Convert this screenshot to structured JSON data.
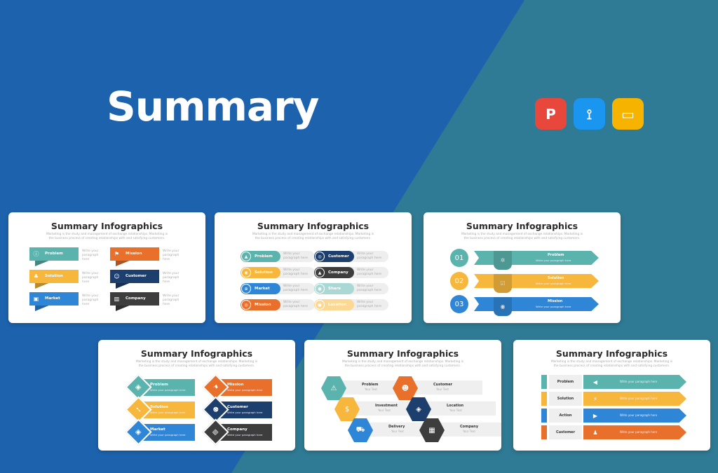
{
  "hero_title": "Summary",
  "apps": [
    {
      "name": "powerpoint",
      "glyph": "P",
      "color": "#e8483c"
    },
    {
      "name": "keynote",
      "glyph": "⟟",
      "color": "#1a95f0"
    },
    {
      "name": "google-slides",
      "glyph": "▭",
      "color": "#f6b400"
    }
  ],
  "slide_title": "Summary Infographics",
  "slide_subtitle": "Marketing is the study and management of exchange relationships. Marketing is the business process of creating relationships with and satisfying customers.",
  "desc": "Write your paragraph here",
  "your_text": "Your Text",
  "colors": {
    "teal": "#5bb3ad",
    "yellow": "#f6b73c",
    "blue": "#2f86d6",
    "orange": "#e8702a",
    "navy": "#1c3f6e",
    "dark": "#3d3d3d",
    "lteal": "#a9d8d5",
    "lyellow": "#fbd894"
  },
  "slides": [
    {
      "type": "tags",
      "items": [
        [
          "Problem",
          "teal",
          "ⓘ"
        ],
        [
          "Solution",
          "yellow",
          "♣"
        ],
        [
          "Market",
          "blue",
          "▣"
        ],
        [
          "Mission",
          "orange",
          "⚑"
        ],
        [
          "Customer",
          "navy",
          "☺"
        ],
        [
          "Company",
          "dark",
          "▥"
        ]
      ]
    },
    {
      "type": "pills",
      "items": [
        [
          "Problem",
          "teal",
          "▲"
        ],
        [
          "Solution",
          "yellow",
          "◉"
        ],
        [
          "Market",
          "blue",
          "⊕"
        ],
        [
          "Mission",
          "orange",
          "◎"
        ],
        [
          "Customer",
          "navy",
          "◎"
        ],
        [
          "Company",
          "dark",
          "▲"
        ],
        [
          "Share",
          "lteal",
          "●"
        ],
        [
          "Location",
          "lyellow",
          "●"
        ]
      ]
    },
    {
      "type": "steps",
      "items": [
        [
          "01",
          "Problem",
          "teal",
          "✲"
        ],
        [
          "02",
          "Solution",
          "yellow",
          "☑"
        ],
        [
          "03",
          "Mission",
          "blue",
          "◉"
        ]
      ]
    },
    {
      "type": "diamonds",
      "items": [
        [
          "Problem",
          "teal",
          "▣"
        ],
        [
          "Solution",
          "yellow",
          "⊷"
        ],
        [
          "Market",
          "blue",
          "▣"
        ],
        [
          "Mission",
          "orange",
          "⚑"
        ],
        [
          "Customer",
          "navy",
          "☻"
        ],
        [
          "Company",
          "dark",
          "▥"
        ]
      ]
    },
    {
      "type": "hex",
      "items": [
        [
          "Problem",
          "teal",
          "⚠"
        ],
        [
          "Investment",
          "yellow",
          "$"
        ],
        [
          "Delivery",
          "blue",
          "⛟"
        ],
        [
          "Customer",
          "orange",
          "☻"
        ],
        [
          "Location",
          "navy",
          "◈"
        ],
        [
          "Company",
          "dark",
          "▦"
        ]
      ]
    },
    {
      "type": "arrows",
      "items": [
        [
          "Problem",
          "teal",
          "◀"
        ],
        [
          "Solution",
          "yellow",
          "⚡"
        ],
        [
          "Action",
          "blue",
          "▶"
        ],
        [
          "Customer",
          "orange",
          "♟"
        ]
      ]
    }
  ]
}
